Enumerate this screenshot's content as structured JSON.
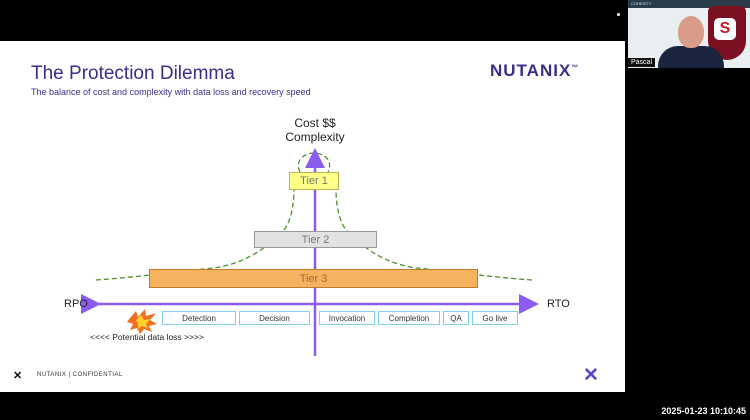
{
  "slide": {
    "title": "The Protection Dilemma",
    "subtitle": "The balance of cost and complexity with data loss and recovery speed",
    "logo": "NUTANIX",
    "logo_mark": "™"
  },
  "diagram": {
    "vertical_axis_label_line1": "Cost $$",
    "vertical_axis_label_line2": "Complexity",
    "left_axis_label": "RPO",
    "right_axis_label": "RTO",
    "tiers": [
      "Tier 1",
      "Tier 2",
      "Tier 3"
    ],
    "steps_left": [
      "Detection",
      "Decision"
    ],
    "steps_right": [
      "Invocation",
      "Completion",
      "QA",
      "Go live"
    ],
    "potential_loss": "<<<< Potential data loss >>>>",
    "colors": {
      "axis": "#8a5cf0",
      "dashed_curve": "#4f8f2f",
      "tier1": "#ffff8a",
      "tier2": "#e2e2e2",
      "tier3": "#f5b25f",
      "step_border": "#7fd0e0"
    }
  },
  "footer": {
    "text": "NUTANIX | CONFIDENTIAL"
  },
  "webcam": {
    "header": "COHESITY",
    "name": "Pascal"
  },
  "timestamp": "2025-01-23 10:10:45"
}
